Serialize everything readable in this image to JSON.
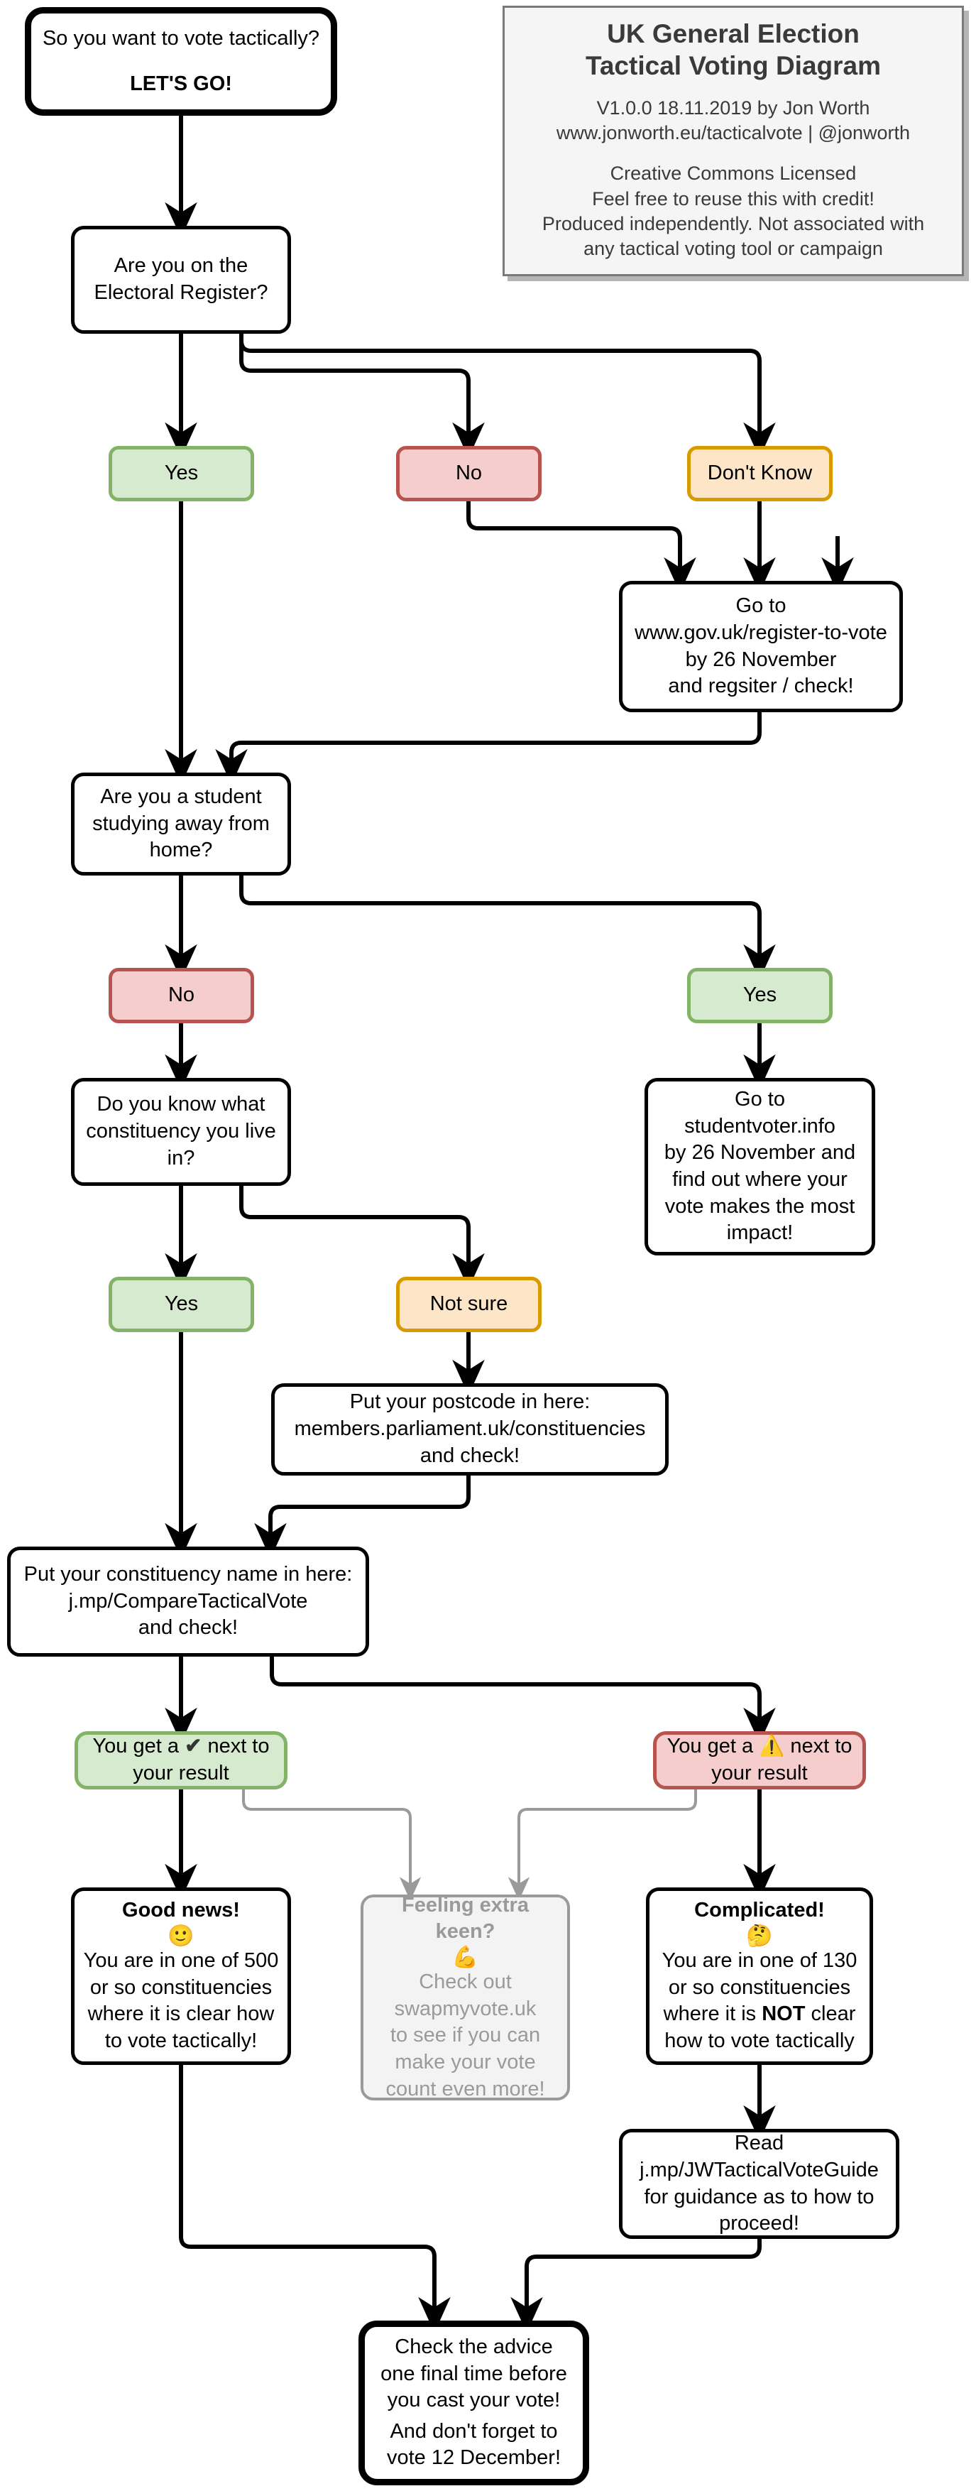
{
  "title_box": {
    "heading_line1": "UK General Election",
    "heading_line2": "Tactical Voting Diagram",
    "version_line": "V1.0.0 18.11.2019 by Jon Worth",
    "links_line": "www.jonworth.eu/tacticalvote | @jonworth",
    "license_line1": "Creative Commons Licensed",
    "license_line2": "Feel free to reuse this with credit!",
    "license_line3": "Produced independently. Not associated with",
    "license_line4": "any tactical voting tool or campaign"
  },
  "nodes": {
    "start": {
      "line1": "So you want to vote tactically?",
      "line2": "LET'S GO!"
    },
    "q_register": {
      "line1": "Are you on the",
      "line2": "Electoral Register?"
    },
    "reg_yes": {
      "label": "Yes"
    },
    "reg_no": {
      "label": "No"
    },
    "reg_dontknow": {
      "label": "Don't Know"
    },
    "gov_register": {
      "line1": "Go to",
      "line2": "www.gov.uk/register-to-vote",
      "line3": "by 26 November",
      "line4": "and regsiter / check!"
    },
    "q_student": {
      "line1": "Are you a student",
      "line2": "studying away from",
      "line3": "home?"
    },
    "student_no": {
      "label": "No"
    },
    "student_yes": {
      "label": "Yes"
    },
    "studentvoter": {
      "line1": "Go to",
      "line2": "studentvoter.info",
      "line3": "by 26 November and",
      "line4": "find out where your",
      "line5": "vote makes the most",
      "line6": "impact!"
    },
    "q_constituency": {
      "line1": "Do you know what",
      "line2": "constituency you live",
      "line3": "in?"
    },
    "cons_yes": {
      "label": "Yes"
    },
    "cons_notsure": {
      "label": "Not sure"
    },
    "postcode": {
      "line1": "Put your postcode in here:",
      "line2": "members.parliament.uk/constituencies",
      "line3": "and check!"
    },
    "compare": {
      "line1": "Put your constituency name in here:",
      "line2": "j.mp/CompareTacticalVote",
      "line3": "and check!"
    },
    "result_tick": {
      "pre": "You get a",
      "icon": "check-mark-icon",
      "icon_glyph": "✔",
      "post": "next to",
      "line2": "your result"
    },
    "result_warn": {
      "pre": "You get a",
      "icon": "warning-triangle-icon",
      "icon_glyph": "⚠️",
      "post": "next to",
      "line2": "your result"
    },
    "good_news": {
      "heading": "Good news!",
      "emoji": "🙂",
      "line1": "You are in one of 500",
      "line2": "or so constituencies",
      "line3": "where it is clear how",
      "line4": "to vote tactically!"
    },
    "extra_keen": {
      "heading": "Feeling extra keen?",
      "emoji": "💪",
      "line1": "Check out",
      "line2": "swapmyvote.uk",
      "line3": "to see if you can",
      "line4": "make your vote",
      "line5": "count even more!"
    },
    "complicated": {
      "heading": "Complicated!",
      "emoji": "🤔",
      "line1": "You are in one of 130",
      "line2": "or so constituencies",
      "line3_a": "where it is ",
      "line3_b": "NOT",
      "line3_c": " clear",
      "line4": "how to vote tactically"
    },
    "guide": {
      "line1": "Read",
      "line2": "j.mp/JWTacticalVoteGuide",
      "line3": "for guidance as to how to",
      "line4": "proceed!"
    },
    "final": {
      "line1": "Check the advice",
      "line2": "one final time before",
      "line3": "you cast your vote!",
      "line4": "And don't forget to",
      "line5": "vote 12 December!"
    }
  },
  "colors": {
    "green_fill": "#d6ead0",
    "green_stroke": "#82b366",
    "red_fill": "#f6cdcd",
    "red_stroke": "#b85450",
    "amber_fill": "#fde6c8",
    "amber_stroke": "#d79b00",
    "grey_fill": "#f3f3f3",
    "grey_stroke": "#9a9a9a",
    "wire": "#000000",
    "wire_optional": "#9a9a9a",
    "page_background": "#ffffff"
  }
}
